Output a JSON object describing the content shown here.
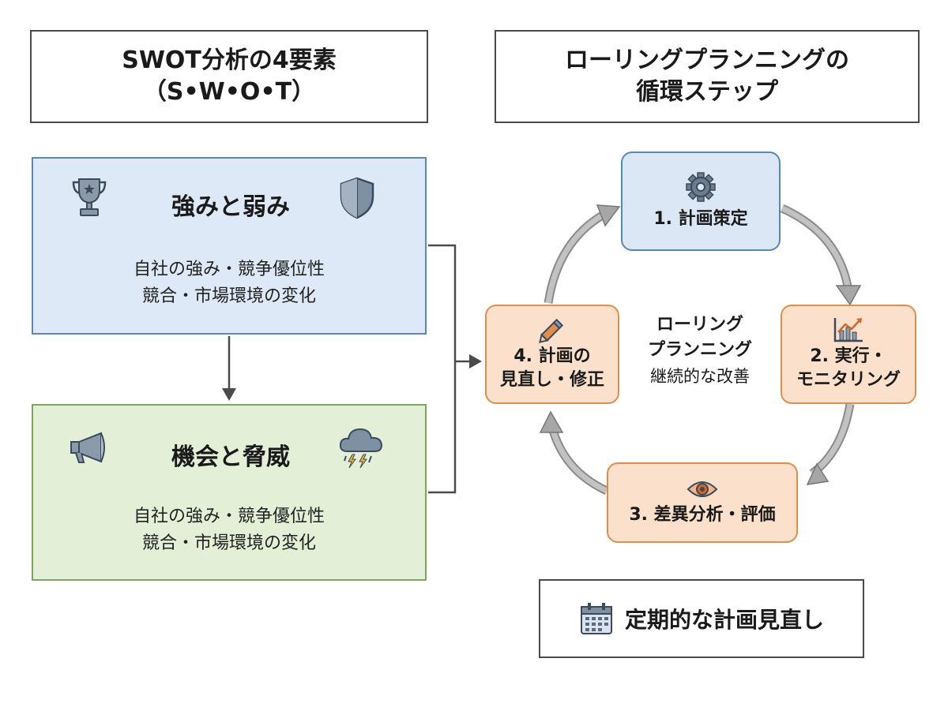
{
  "swot": {
    "title_line1": "SWOT分析の4要素",
    "title_line2": "（S•W•O•T）",
    "strengths": {
      "heading": "強みと弱み",
      "desc_line1": "自社の強み・競争優位性",
      "desc_line2": "競合・市場環境の変化"
    },
    "opportunities": {
      "heading": "機会と脅威",
      "desc_line1": "自社の強み・競争優位性",
      "desc_line2": "競合・市場環境の変化"
    }
  },
  "rolling": {
    "title_line1": "ローリングプランニングの",
    "title_line2": "循環ステップ",
    "steps": {
      "s1": "1. 計画策定",
      "s2_line1": "2. 実行・",
      "s2_line2": "モニタリング",
      "s3": "3. 差異分析・評価",
      "s4_line1": "4. 計画の",
      "s4_line2": "見直し・修正"
    },
    "center": {
      "line1": "ローリング",
      "line2": "プランニング",
      "line3": "継続的な改善"
    },
    "bottom_label": "定期的な計画見直し"
  },
  "colors": {
    "blue_fill": "#dde9f6",
    "blue_border": "#5b87b8",
    "green_fill": "#e3efd6",
    "green_border": "#7ea65a",
    "orange_fill": "#fbe1cc",
    "orange_border": "#e08e4c",
    "arrow_gray": "#a8a8a8"
  }
}
